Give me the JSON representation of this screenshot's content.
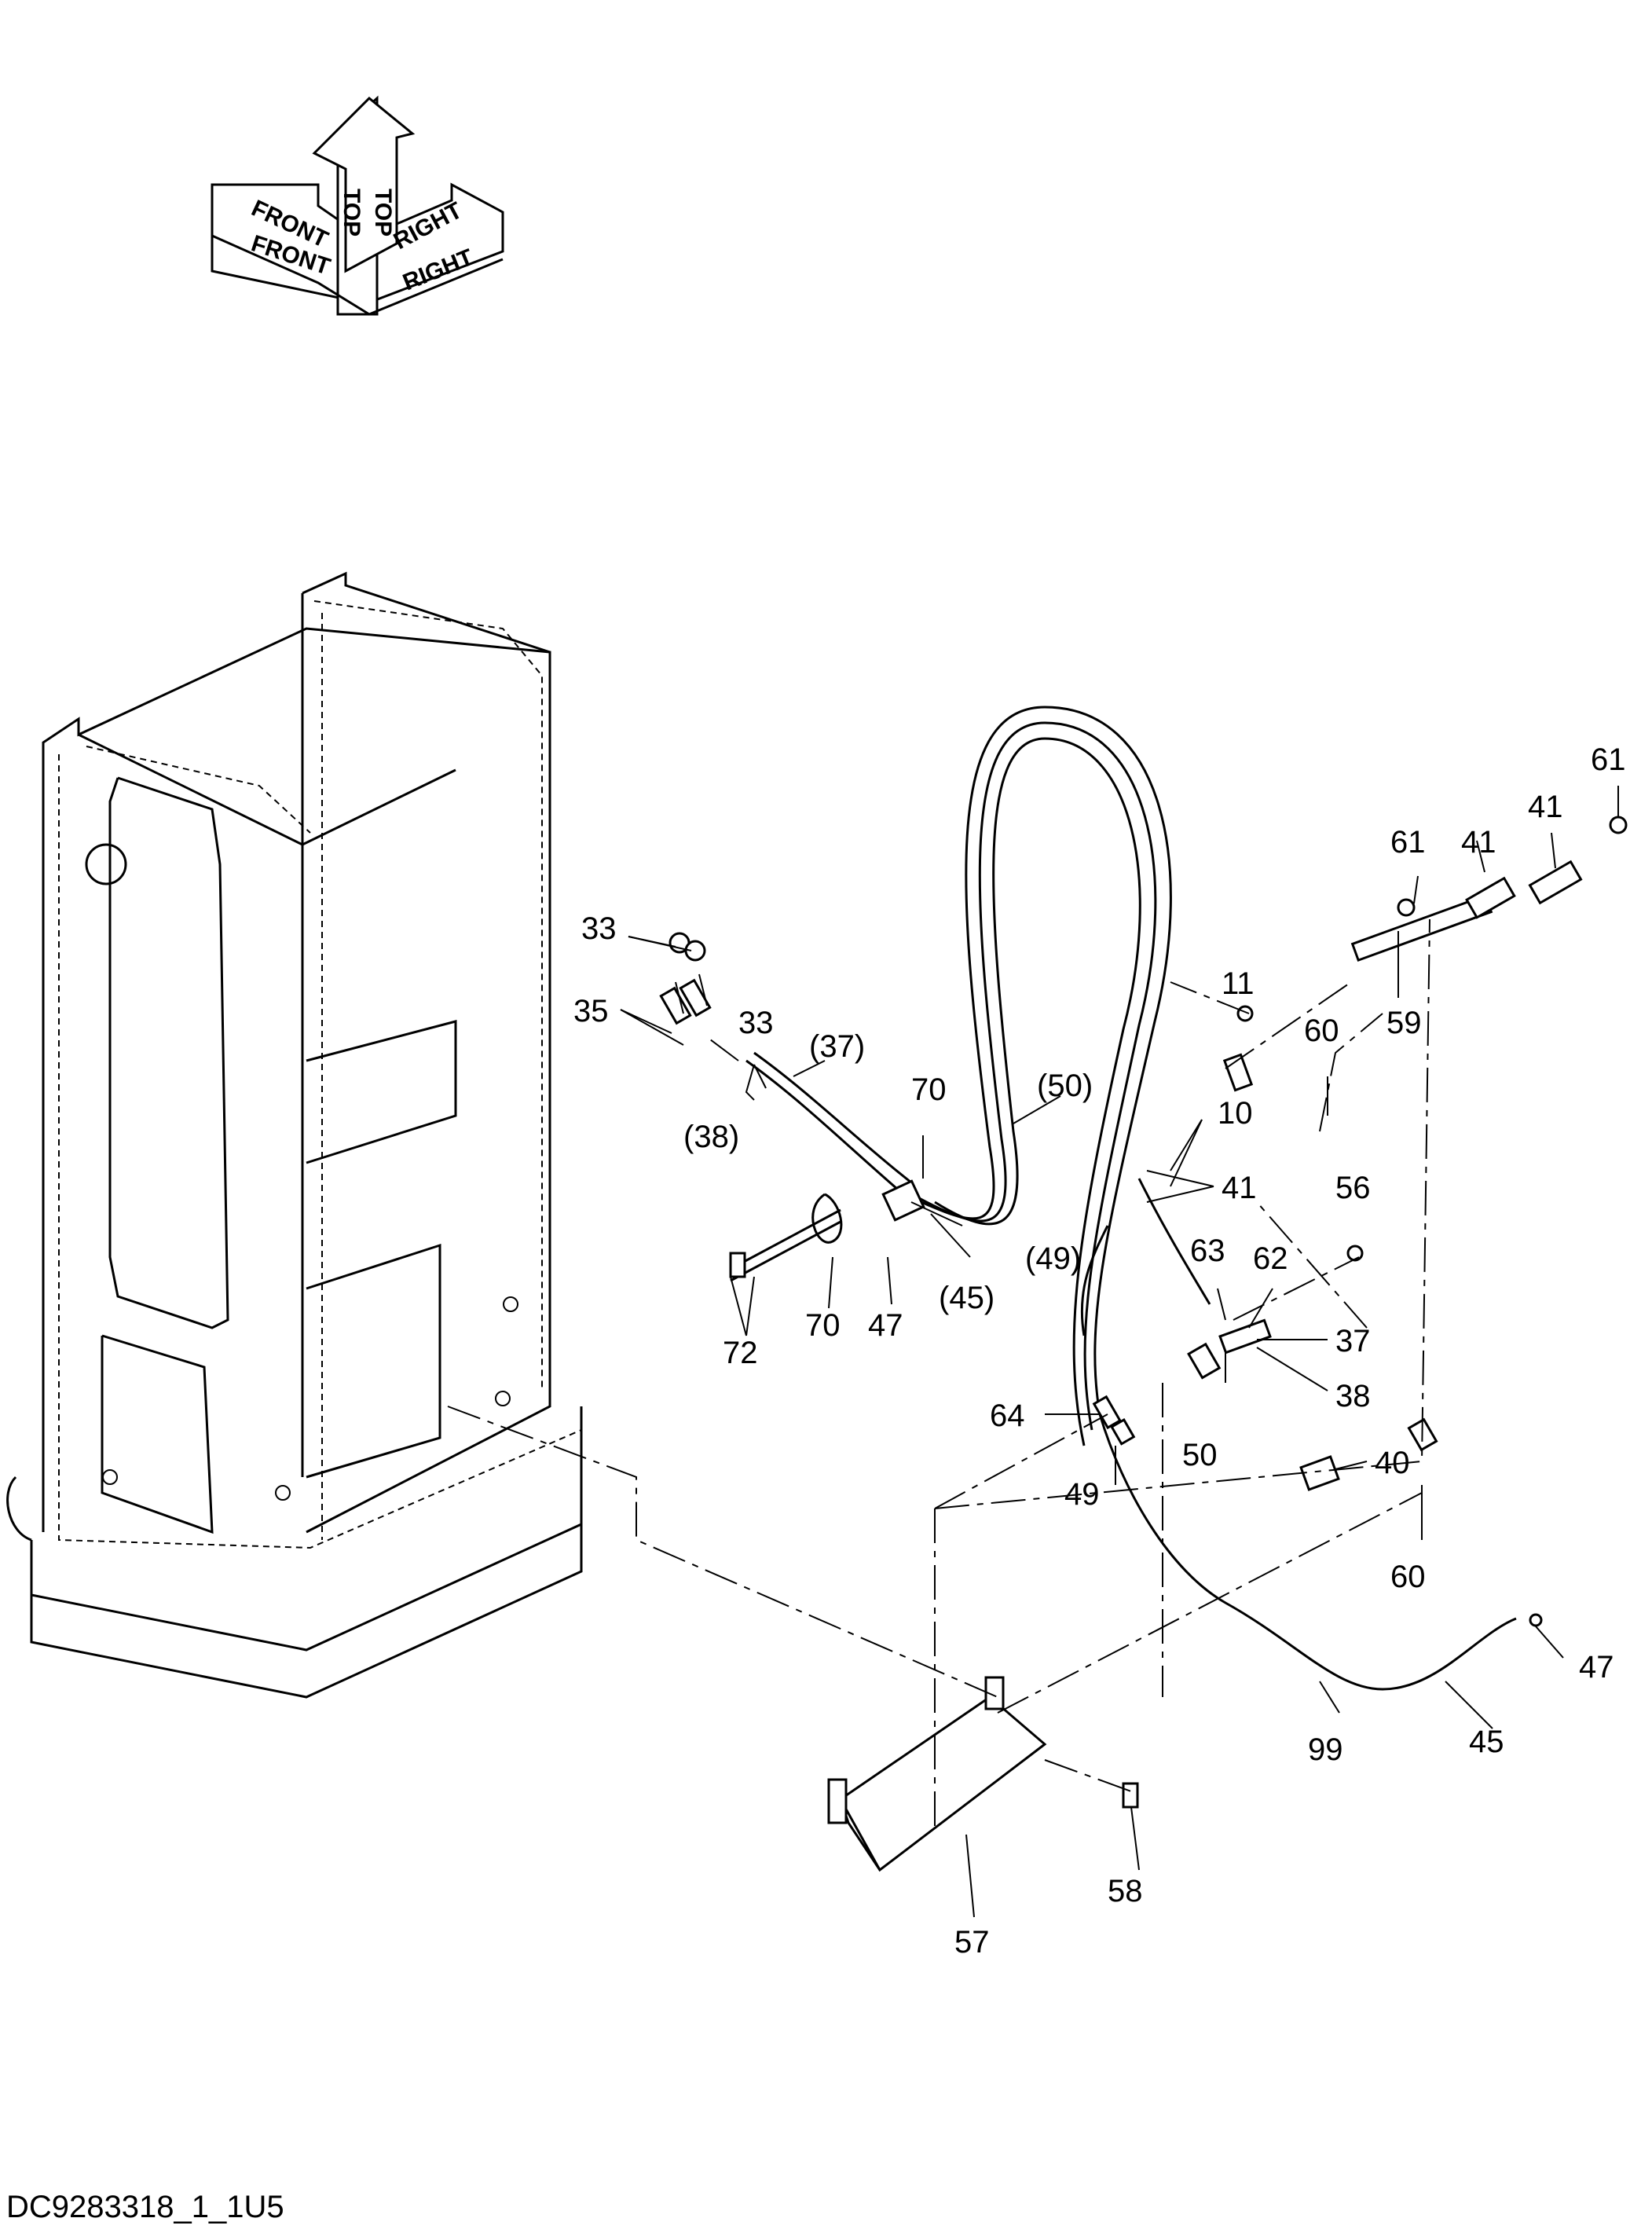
{
  "drawing_id": "DC9283318_1_1U5",
  "orientation": {
    "top": "TOP",
    "front": "FRONT",
    "right": "RIGHT"
  },
  "part_labels": [
    "33",
    "35",
    "33",
    "(37)",
    "(38)",
    "70",
    "(50)",
    "11",
    "10",
    "41",
    "60",
    "61",
    "41",
    "41",
    "61",
    "59",
    "56",
    "63",
    "62",
    "37",
    "38",
    "40",
    "60",
    "64",
    "49",
    "50",
    "(49)",
    "(45)",
    "47",
    "70",
    "72",
    "47",
    "45",
    "99",
    "58",
    "57"
  ]
}
